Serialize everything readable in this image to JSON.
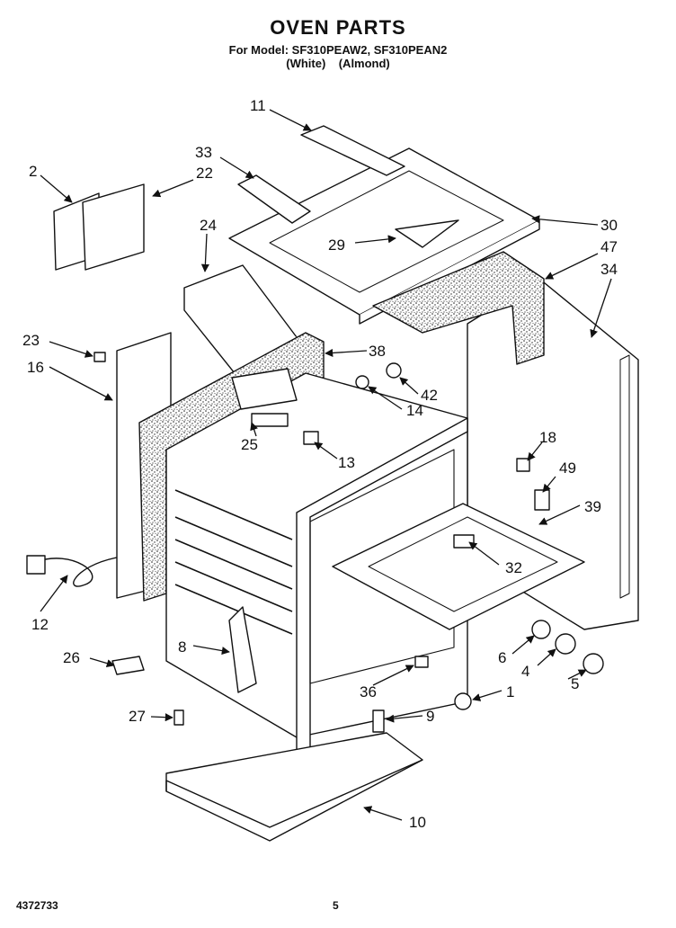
{
  "header": {
    "title": "OVEN PARTS",
    "model_line": "For Model: SF310PEAW2, SF310PEAN2",
    "color_line": "(White)    (Almond)"
  },
  "footer": {
    "doc_number": "4372733",
    "page_number": "5"
  },
  "callouts": [
    {
      "label": "11"
    },
    {
      "label": "33"
    },
    {
      "label": "2"
    },
    {
      "label": "22"
    },
    {
      "label": "24"
    },
    {
      "label": "30"
    },
    {
      "label": "29"
    },
    {
      "label": "47"
    },
    {
      "label": "34"
    },
    {
      "label": "23"
    },
    {
      "label": "38"
    },
    {
      "label": "16"
    },
    {
      "label": "42"
    },
    {
      "label": "14"
    },
    {
      "label": "18"
    },
    {
      "label": "25"
    },
    {
      "label": "13"
    },
    {
      "label": "49"
    },
    {
      "label": "39"
    },
    {
      "label": "32"
    },
    {
      "label": "12"
    },
    {
      "label": "8"
    },
    {
      "label": "6"
    },
    {
      "label": "1"
    },
    {
      "label": "4"
    },
    {
      "label": "5"
    },
    {
      "label": "26"
    },
    {
      "label": "36"
    },
    {
      "label": "27"
    },
    {
      "label": "9"
    },
    {
      "label": "10"
    }
  ]
}
